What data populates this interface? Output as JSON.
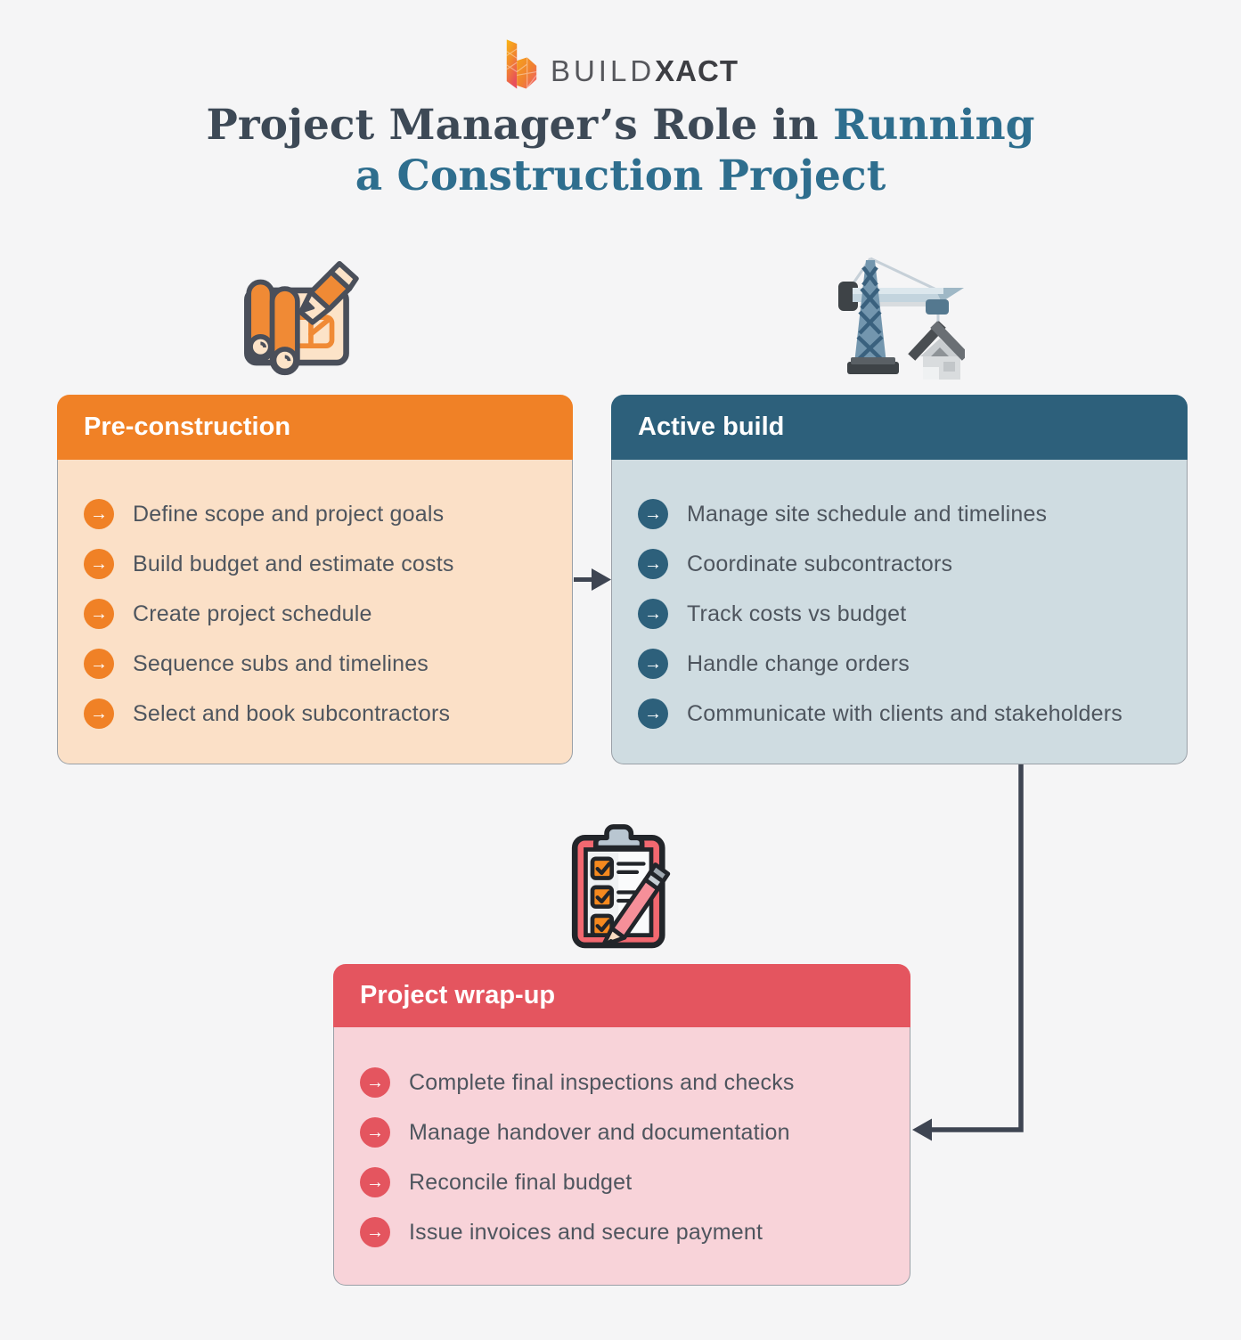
{
  "palette": {
    "background": "#f5f5f6",
    "title_dark": "#3d4956",
    "title_accent": "#2e6e8e",
    "item_text": "#4e555e",
    "connector": "#3e4552",
    "pre_header": "#f08126",
    "pre_body": "#fbe0c7",
    "active_header": "#2d607b",
    "active_body": "#cfdce1",
    "wrap_header": "#e4555f",
    "wrap_body": "#f8d3d9"
  },
  "logo": {
    "icon": "buildxact-b-logo",
    "brand_first": "BUILD",
    "brand_second": "XACT"
  },
  "title": {
    "line1_dark": "Project Manager’s Role in ",
    "line1_accent": "Running",
    "line2": "a Construction Project"
  },
  "glyphs": {
    "arrow_bullet": "→"
  },
  "boxes": [
    {
      "label": "Pre-construction",
      "icon": "blueprint-pencil-icon",
      "items": [
        "Define scope and project goals",
        "Build budget and estimate costs",
        "Create project schedule",
        "Sequence subs and timelines",
        "Select and book subcontractors"
      ]
    },
    {
      "label": "Active build",
      "icon": "construction-crane-icon",
      "items": [
        "Manage site schedule and timelines",
        "Coordinate subcontractors",
        "Track costs vs budget",
        "Handle change orders",
        "Communicate with clients and stakeholders"
      ]
    },
    {
      "label": "Project wrap-up",
      "icon": "checklist-clipboard-icon",
      "items": [
        "Complete final inspections and checks",
        "Manage handover and documentation",
        "Reconcile final budget",
        "Issue invoices and secure payment"
      ]
    }
  ]
}
